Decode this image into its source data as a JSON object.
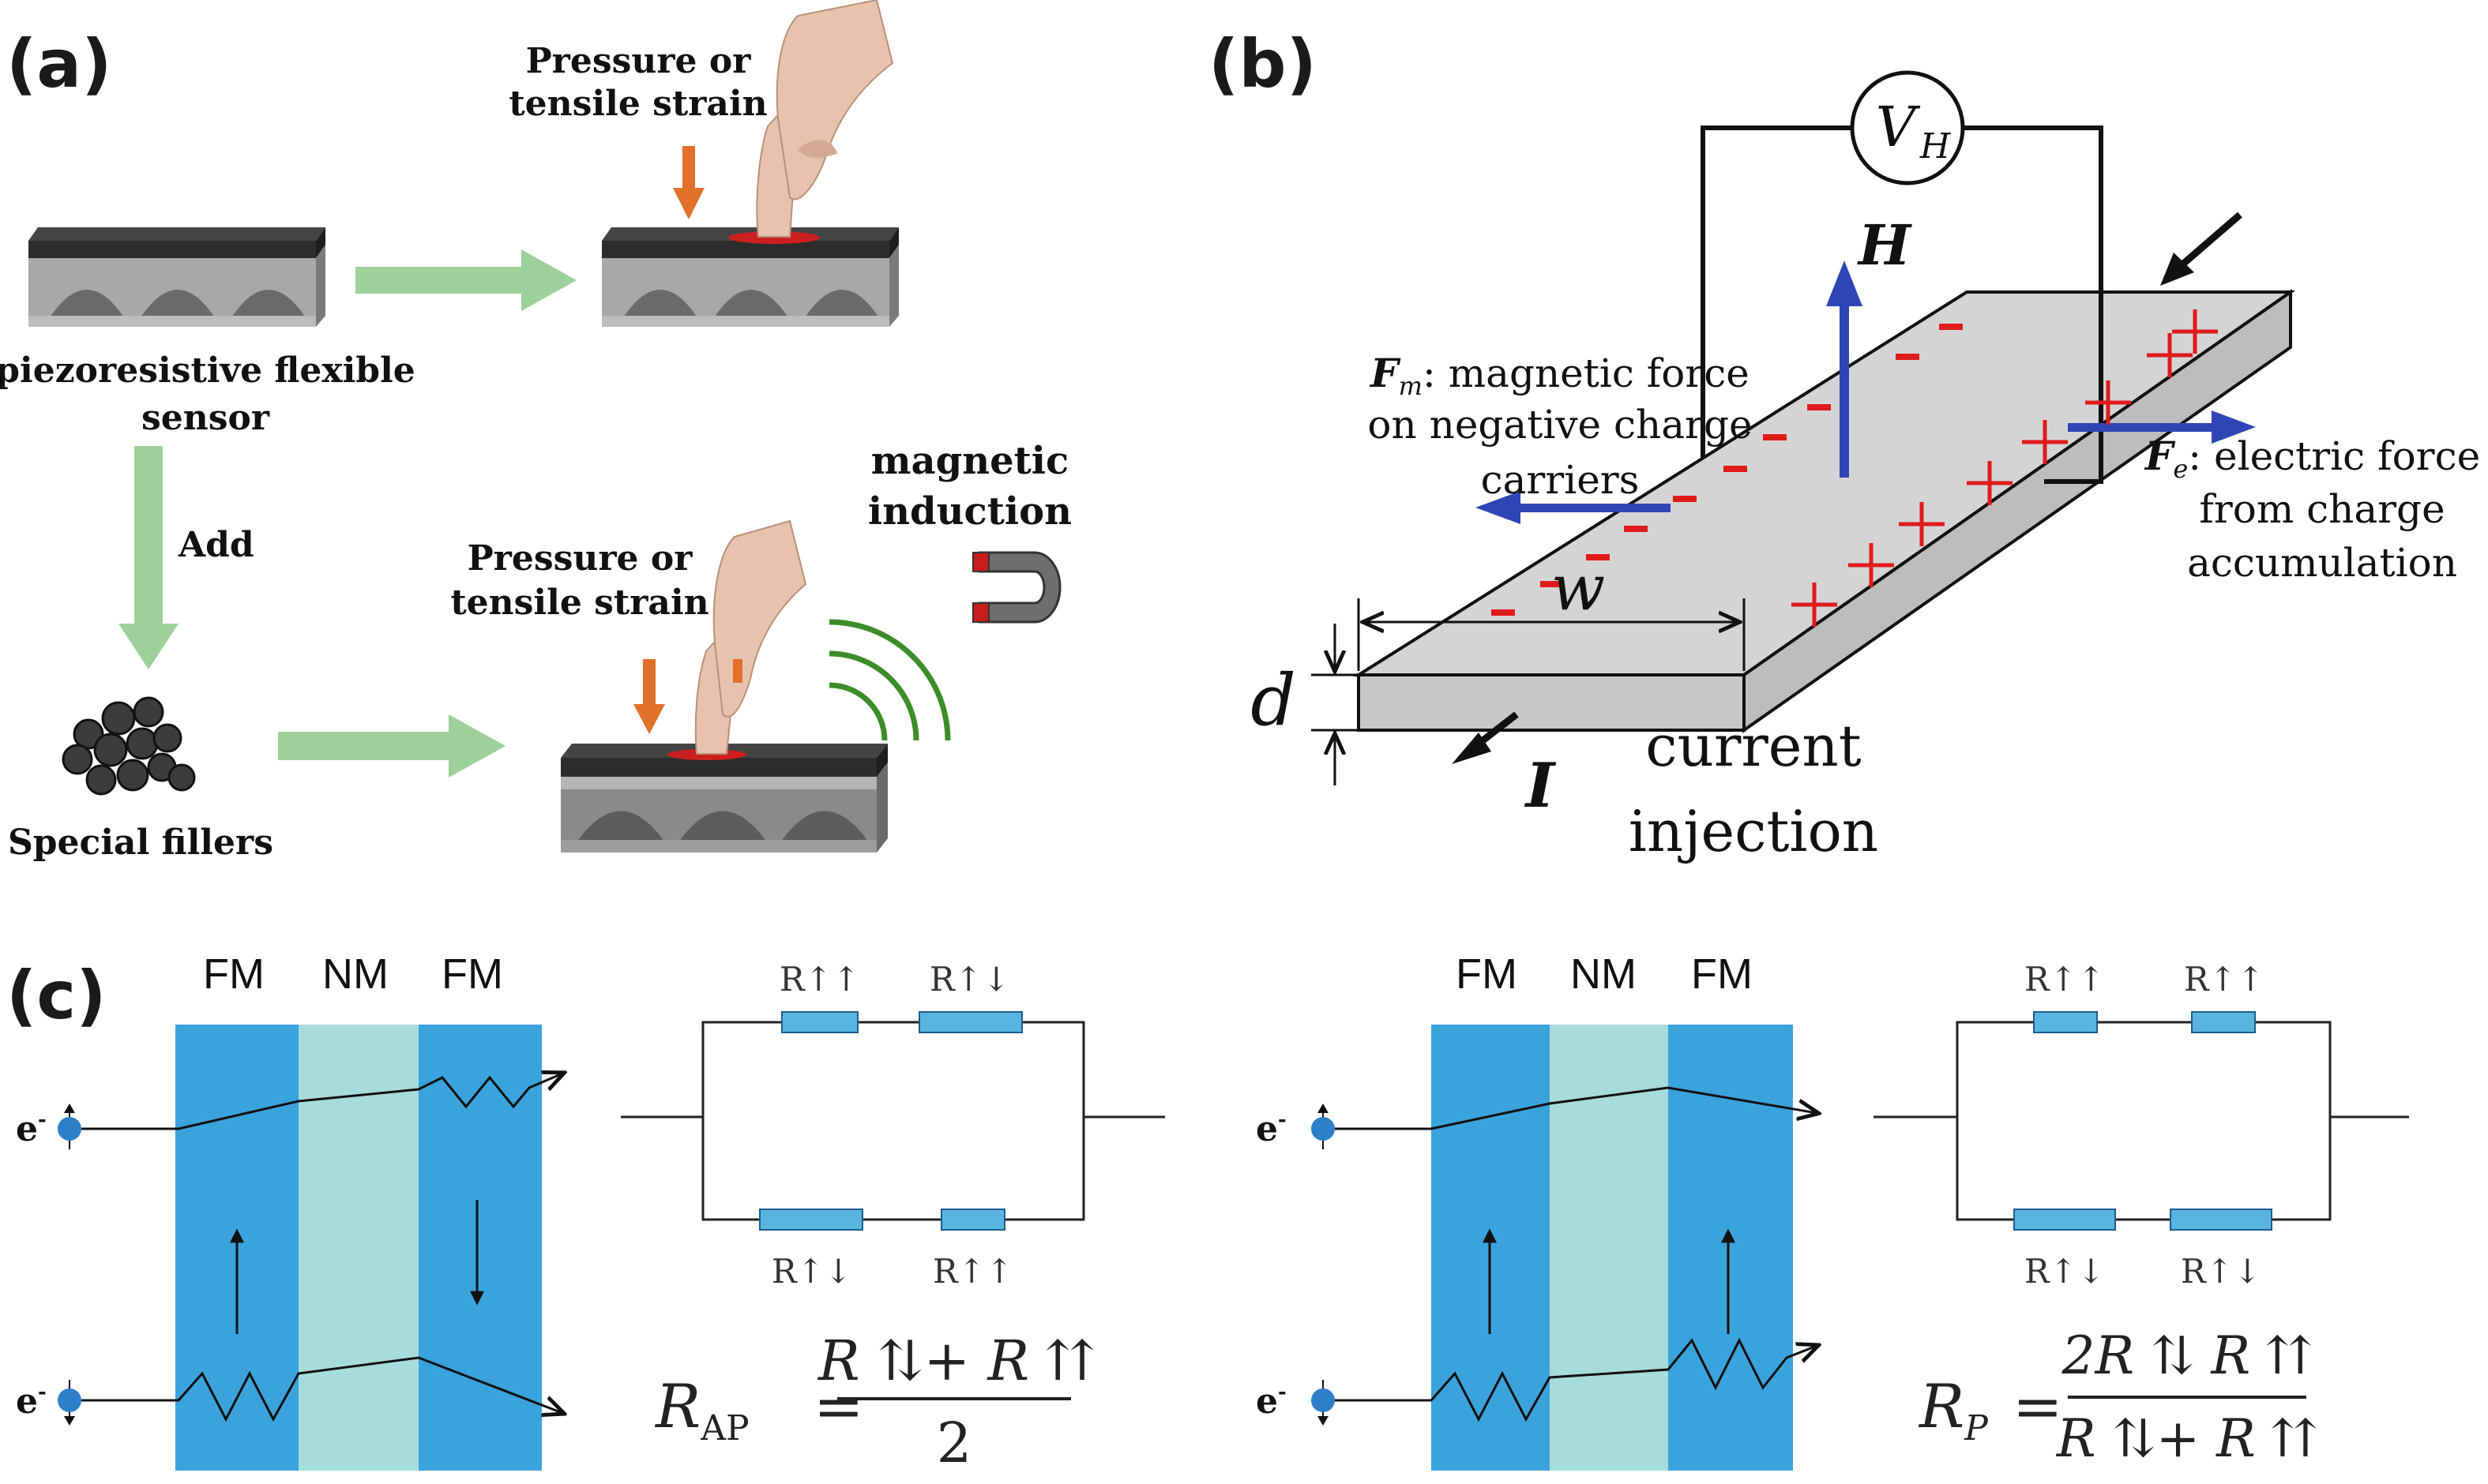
{
  "panel_labels": {
    "a": "(a)",
    "b": "(b)",
    "c": "(c)"
  },
  "panel_a": {
    "pressure_label_top_1": "Pressure or",
    "pressure_label_top_2": "tensile strain",
    "sensor_label_1": "piezoresistive flexible",
    "sensor_label_2": "sensor",
    "add_label": "Add",
    "magnetic_label_1": "magnetic",
    "magnetic_label_2": "induction",
    "pressure_label_bottom_1": "Pressure or",
    "pressure_label_bottom_2": "tensile strain",
    "fillers_label": "Special fillers",
    "colors": {
      "arrow_green": "#9dd09a",
      "arrow_orange": "#e0702a",
      "contact_red": "#cc1f1f",
      "layer_dark": "#333333",
      "layer_gray": "#999999"
    }
  },
  "panel_b": {
    "voltmeter_label": "V",
    "voltmeter_sub": "H",
    "field_label": "H",
    "fm_symbol": "F",
    "fm_sub": "m",
    "fm_text_1": ": magnetic force",
    "fm_text_2": "on negative charge",
    "fm_text_3": "carriers",
    "fe_symbol": "F",
    "fe_sub": "e",
    "fe_text_1": ": electric force",
    "fe_text_2": "from charge",
    "fe_text_3": "accumulation",
    "width_label": "w",
    "thickness_label": "d",
    "current_symbol": "I",
    "current_text_1": "current",
    "current_text_2": "injection",
    "colors": {
      "blue": "#2f45b5",
      "red": "#e01b1b",
      "slab_top": "#d4d4d4",
      "slab_side": "#bdbdbd"
    }
  },
  "panel_c": {
    "left": {
      "layers": [
        "FM",
        "NM",
        "FM"
      ],
      "electron": "e",
      "r_top_1": "R↑↑",
      "r_top_2": "R↑↓",
      "r_bot_1": "R↑↓",
      "r_bot_2": "R↑↑",
      "formula_lhs": "R",
      "formula_lhs_sub": "AP",
      "formula_eq": "=",
      "formula_num": "R ⇅+ R ⇈",
      "formula_den": "2"
    },
    "right": {
      "layers": [
        "FM",
        "NM",
        "FM"
      ],
      "electron": "e",
      "r_top_1": "R↑↑",
      "r_top_2": "R↑↑",
      "r_bot_1": "R↑↓",
      "r_bot_2": "R↑↓",
      "formula_lhs": "R",
      "formula_lhs_sub": "P",
      "formula_eq": "=",
      "formula_num": "2R ⇅ R ⇈",
      "formula_den": "R ⇅+ R ⇈"
    },
    "colors": {
      "fm_blue": "#3ba3dc",
      "nm_cyan": "#a6dcdc",
      "resistor": "#5ab4e0",
      "electron": "#2c7fc8"
    }
  }
}
